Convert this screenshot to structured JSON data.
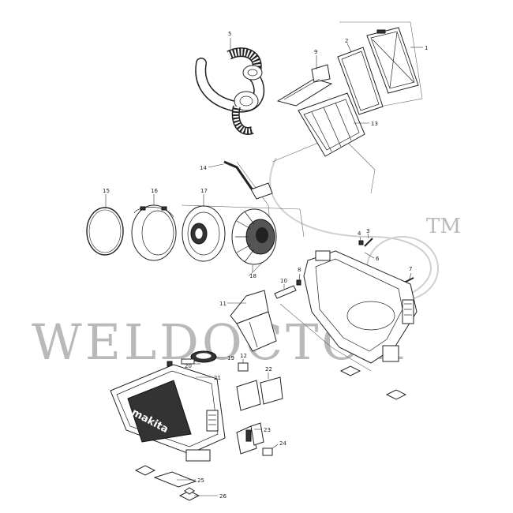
{
  "watermark": {
    "text": "WELDOCTOR",
    "trademark": "TM",
    "color": "#b9b9b9"
  },
  "brand_label": "makita",
  "callouts": [
    {
      "id": "1",
      "label": "1"
    },
    {
      "id": "2",
      "label": "2"
    },
    {
      "id": "3",
      "label": "3"
    },
    {
      "id": "4",
      "label": "4"
    },
    {
      "id": "5",
      "label": "5"
    },
    {
      "id": "6",
      "label": "6"
    },
    {
      "id": "7",
      "label": "7"
    },
    {
      "id": "8",
      "label": "8"
    },
    {
      "id": "9",
      "label": "9"
    },
    {
      "id": "10",
      "label": "10"
    },
    {
      "id": "11",
      "label": "11"
    },
    {
      "id": "12",
      "label": "12"
    },
    {
      "id": "13",
      "label": "13"
    },
    {
      "id": "14",
      "label": "14"
    },
    {
      "id": "15",
      "label": "15"
    },
    {
      "id": "16",
      "label": "16"
    },
    {
      "id": "17",
      "label": "17"
    },
    {
      "id": "18",
      "label": "18"
    },
    {
      "id": "19",
      "label": "19"
    },
    {
      "id": "20",
      "label": "20"
    },
    {
      "id": "21",
      "label": "21"
    },
    {
      "id": "22",
      "label": "22"
    },
    {
      "id": "23",
      "label": "23"
    },
    {
      "id": "24",
      "label": "24"
    },
    {
      "id": "25",
      "label": "25"
    },
    {
      "id": "26",
      "label": "26"
    }
  ]
}
